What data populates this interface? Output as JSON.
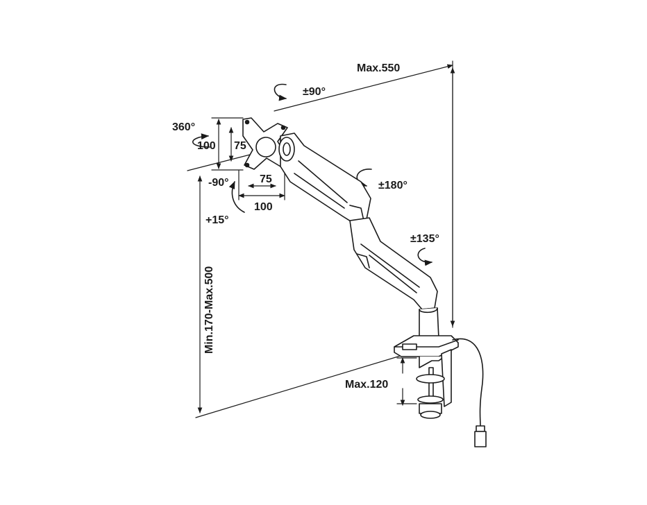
{
  "diagram": {
    "subject": "monitor-arm",
    "colors": {
      "ink": "#1a1a1a",
      "background": "#ffffff",
      "fill": "#ffffff"
    },
    "labels": {
      "max_reach": "Max.550",
      "head_tilt": "±90°",
      "plate_rotation": "360°",
      "vesa_100_vertical": "100",
      "vesa_75_vertical": "75",
      "tilt_down": "-90°",
      "vesa_75_horizontal": "75",
      "vesa_100_horizontal": "100",
      "tilt_up": "+15°",
      "upper_arm_swivel": "±180°",
      "lower_arm_swivel": "±135°",
      "height_range": "Min.170-Max.500",
      "clamp_max": "Max.120"
    }
  }
}
